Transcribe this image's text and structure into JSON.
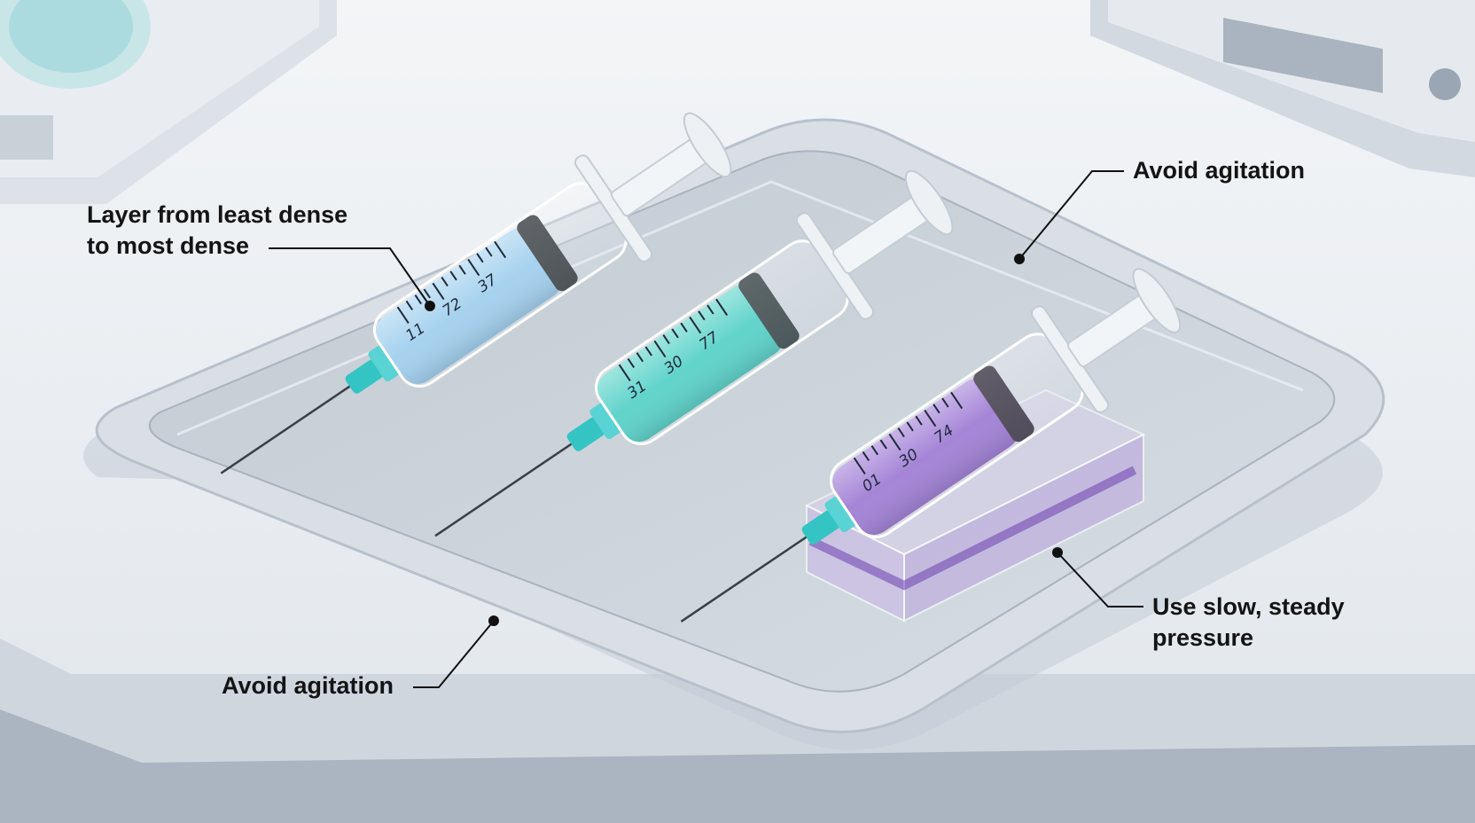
{
  "callouts": {
    "layer": {
      "line1": "Layer from least dense",
      "line2": "to most dense"
    },
    "agitation_top": "Avoid agitation",
    "agitation_bottom": "Avoid agitation",
    "pressure": {
      "line1": "Use slow, steady",
      "line2": "pressure"
    }
  },
  "syringes": [
    {
      "liquid_color": "#8cc6ec",
      "scale_labels": [
        "11",
        "72",
        "37"
      ]
    },
    {
      "liquid_color": "#2ec9bb",
      "scale_labels": [
        "31",
        "30",
        "77"
      ]
    },
    {
      "liquid_color": "#8a5ccc",
      "scale_labels": [
        "01",
        "30",
        "74"
      ]
    }
  ],
  "colors": {
    "background": "#eef1f4",
    "tray": "#c9d1d9",
    "hub": "#35c4c4",
    "leader": "#111111"
  }
}
